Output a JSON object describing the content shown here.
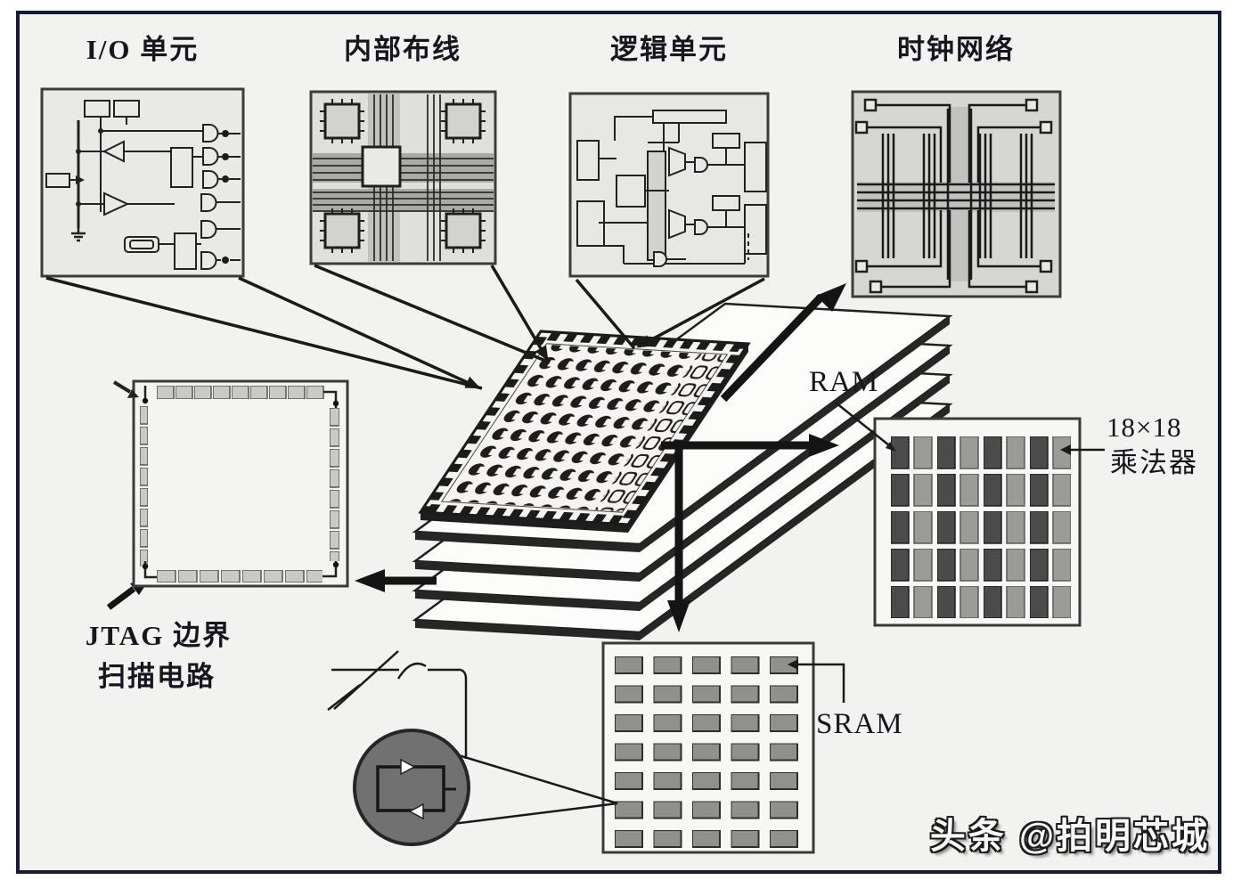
{
  "figure": {
    "description_type": "FPGA architecture diagram",
    "panels": {
      "io_cell": {
        "label": "I/O 单元"
      },
      "routing": {
        "label": "内部布线"
      },
      "logic_cell": {
        "label": "逻辑单元"
      },
      "clock_network": {
        "label": "时钟网络"
      }
    },
    "callouts": {
      "jtag": {
        "line1": "JTAG 边界",
        "line2": "扫描电路"
      },
      "ram": {
        "label": "RAM"
      },
      "multiplier": {
        "line1": "18×18",
        "line2": "乘法器"
      },
      "sram": {
        "label": "SRAM"
      }
    },
    "watermark": {
      "text": "头条 @拍明芯城"
    },
    "colors": {
      "frame_border": "#141a38",
      "canvas_bg": "#f2f2f0",
      "ink": "#1a1a1a",
      "panel_fill": "#e9e9e7",
      "clock_panel_fill": "#d6d6d4",
      "band_gray": "#a9a9a7",
      "ram_cell_dark": "#4b4b4b",
      "ram_cell_light": "#9b9b99",
      "sram_cell": "#90908e",
      "magnifier_fill": "#717171"
    }
  }
}
